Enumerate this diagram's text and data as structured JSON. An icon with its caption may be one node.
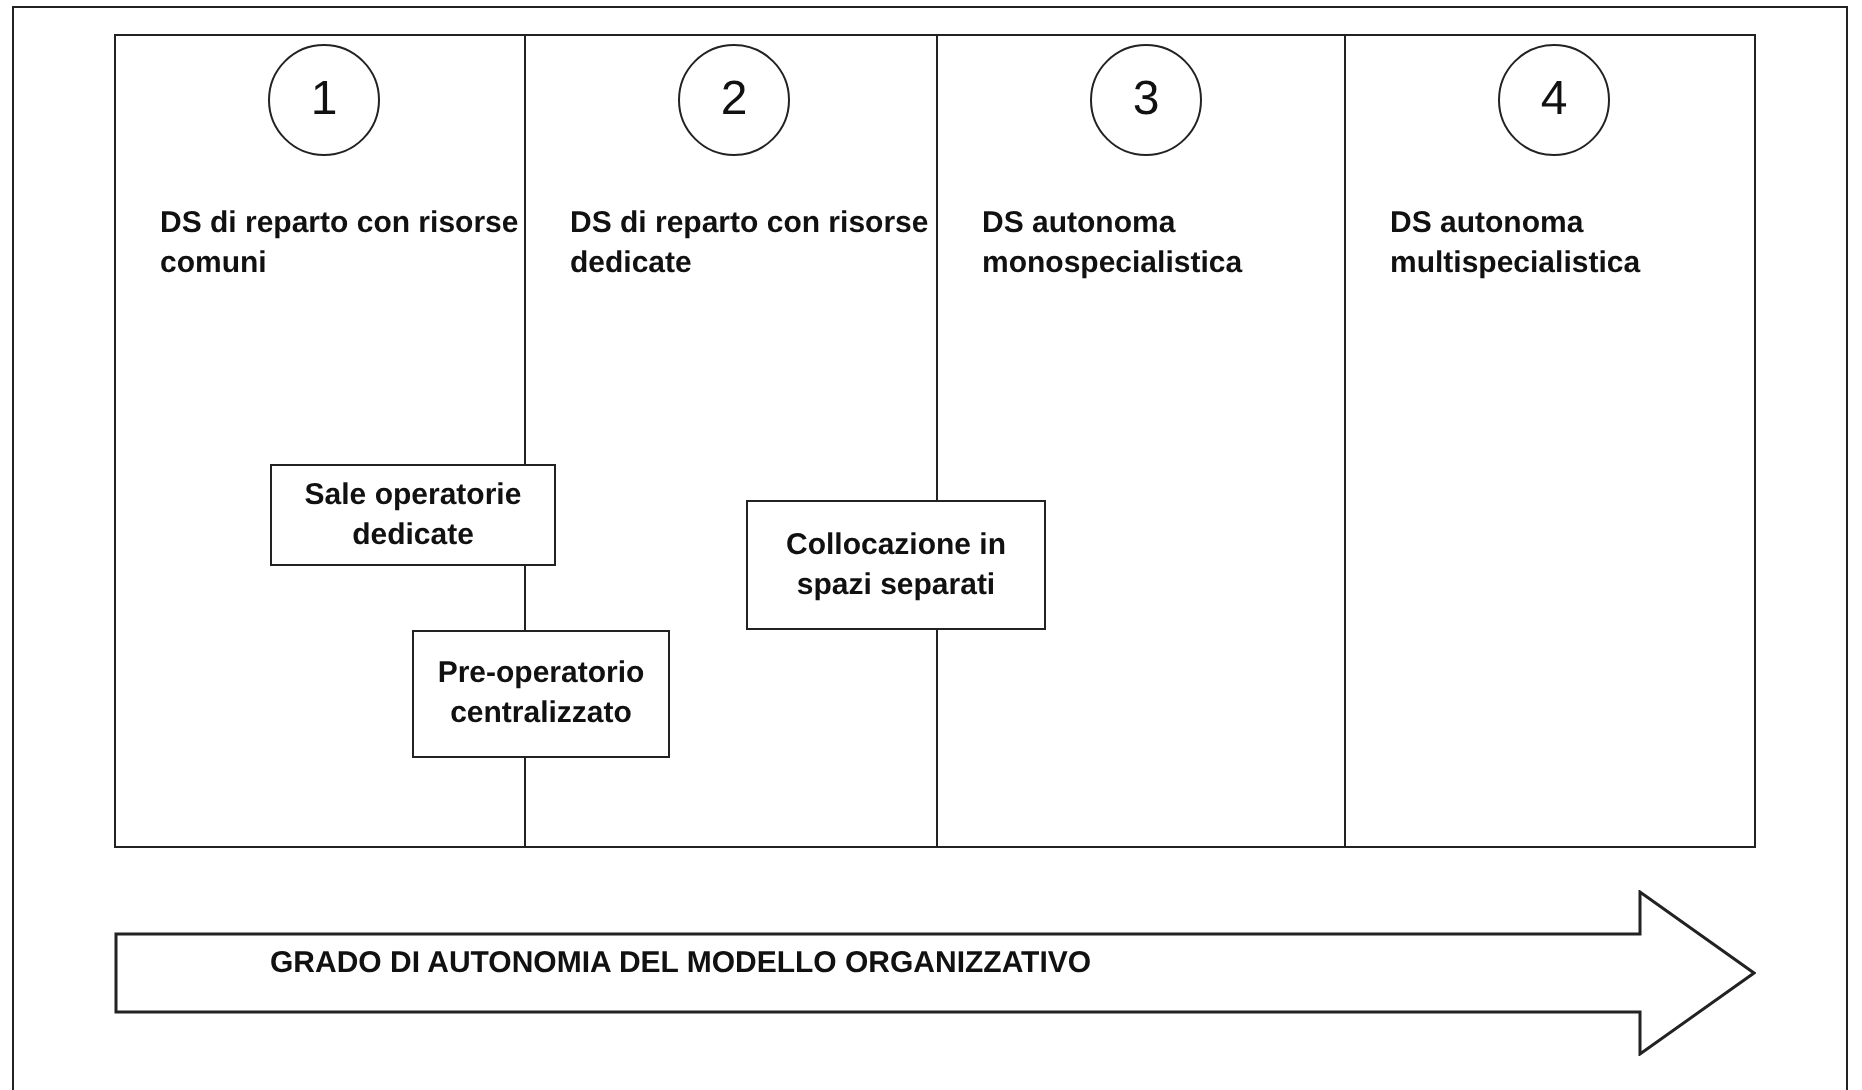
{
  "diagram": {
    "nodes": [
      {
        "text": [
          "DS di reparto con risorse comuni"
        ]
      },
      {
        "text": [
          "1"
        ],
        "in": 0
      },
      {
        "text": [
          "DS di reparto con risorse dedicate"
        ]
      },
      {
        "text": [
          "2"
        ],
        "in": 2
      },
      {
        "text": [
          "DS autonoma monospecialistica"
        ]
      },
      {
        "text": [
          "3"
        ],
        "in": 4
      },
      {
        "text": [
          "DS autonoma multispecialistica"
        ]
      },
      {
        "text": [
          "4"
        ],
        "in": 6
      },
      {
        "text": [
          "Sale operatorie dedicate"
        ]
      },
      {
        "text": [
          "Pre-operatorio centralizzato"
        ]
      },
      {
        "text": [
          "Collocazione in spazi separati"
        ]
      },
      {
        "text": [
          "GRADO DI AUTONOMIA DEL MODELLO ORGANIZZATIVO"
        ]
      }
    ],
    "edges": []
  }
}
